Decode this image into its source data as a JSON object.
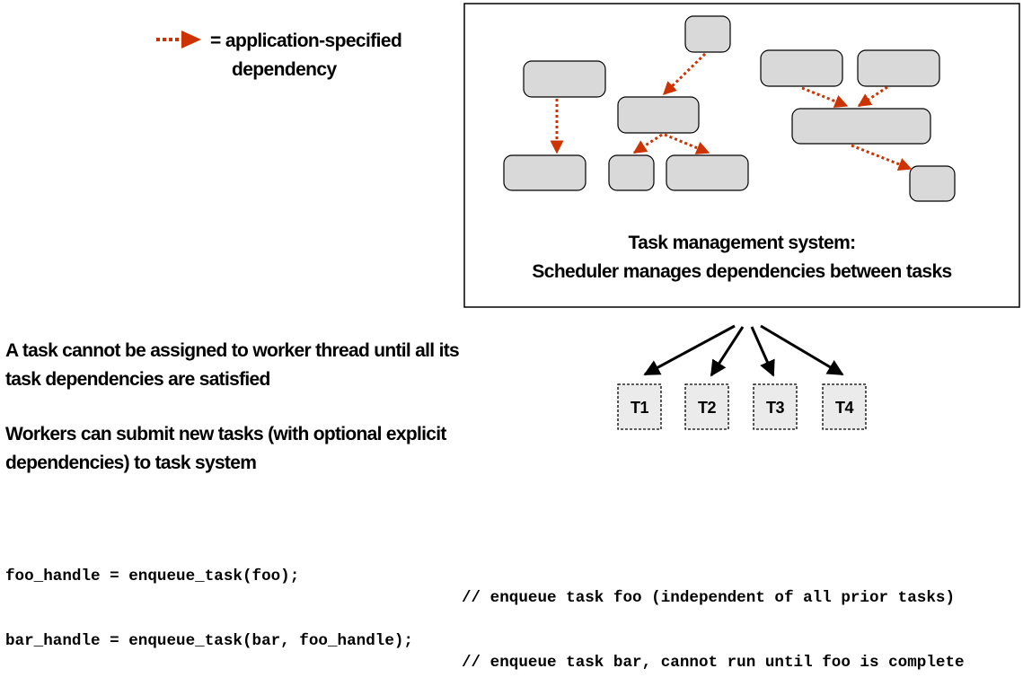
{
  "legend": {
    "line1": "= application-specified",
    "line2": "dependency",
    "arrow_color": "#cc3300"
  },
  "task_system": {
    "caption_line1": "Task management system:",
    "caption_line2": "Scheduler manages dependencies between tasks",
    "task_fill": "#d9d9d9"
  },
  "workers": [
    "T1",
    "T2",
    "T3",
    "T4"
  ],
  "notes": [
    {
      "line1": "A task cannot be assigned to worker thread until all its",
      "line2": "task dependencies are satisfied"
    },
    {
      "line1": "Workers can submit new tasks (with optional explicit",
      "line2": "dependencies) to task system"
    }
  ],
  "code": [
    {
      "statement": "foo_handle = enqueue_task(foo);",
      "comment": "// enqueue task foo (independent of all prior tasks)"
    },
    {
      "statement": "bar_handle = enqueue_task(bar, foo_handle);",
      "comment": "// enqueue task bar, cannot run until foo is complete"
    }
  ]
}
